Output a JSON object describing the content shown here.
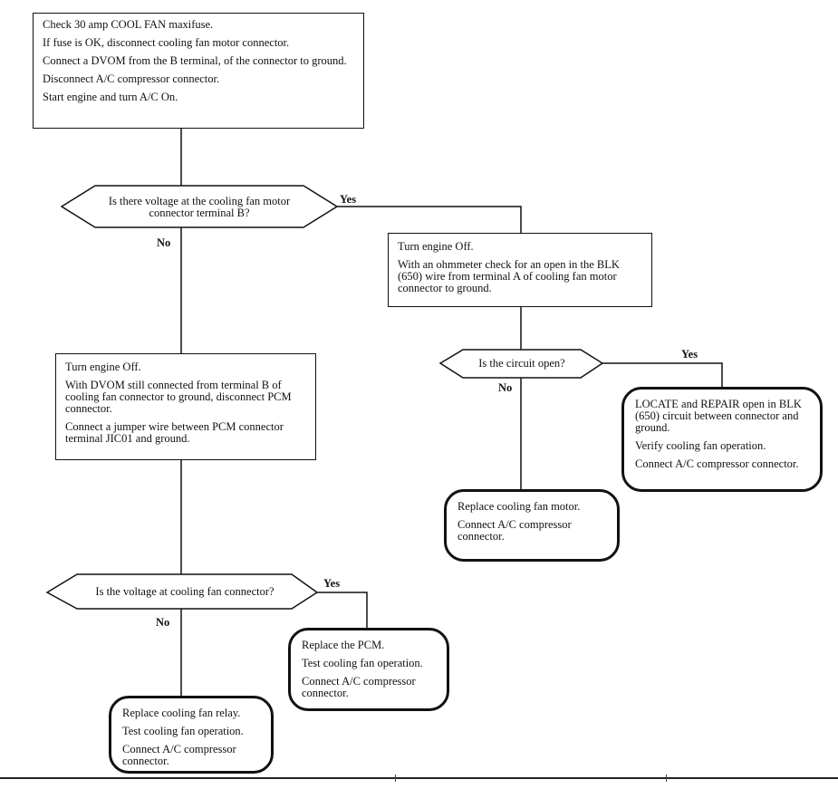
{
  "start": {
    "lines": [
      "Check 30 amp COOL FAN maxifuse.",
      "If fuse is OK, disconnect cooling fan motor connector.",
      "Connect a DVOM from the B terminal, of the connector to ground.",
      "Disconnect A/C compressor connector.",
      "Start engine and turn A/C On."
    ]
  },
  "decision1": {
    "text": "Is there voltage at the cooling fan motor connector terminal B?",
    "yes": "Yes",
    "no": "No"
  },
  "yes_branch_box": {
    "lines": [
      "Turn engine Off.",
      "With an ohmmeter check for an open in the BLK (650) wire from terminal A of cooling fan motor connector to ground."
    ]
  },
  "decision2": {
    "text": "Is the circuit open?",
    "yes": "Yes",
    "no": "No"
  },
  "locate_repair": {
    "lines": [
      "LOCATE and REPAIR open in BLK (650) circuit between connector and ground.",
      "Verify cooling fan operation.",
      "Connect A/C compressor connector."
    ]
  },
  "replace_motor": {
    "lines": [
      "Replace cooling fan motor.",
      "Connect A/C compressor connector."
    ]
  },
  "no_branch_box": {
    "lines": [
      "Turn engine Off.",
      "With DVOM still connected from terminal B of cooling fan connector to ground, disconnect PCM connector.",
      "Connect a jumper wire between PCM connector terminal JIC01 and ground."
    ]
  },
  "decision3": {
    "text": "Is the voltage at cooling fan connector?",
    "yes": "Yes",
    "no": "No"
  },
  "replace_pcm": {
    "lines": [
      "Replace the PCM.",
      "Test cooling fan operation.",
      "Connect A/C compressor connector."
    ]
  },
  "replace_relay": {
    "lines": [
      "Replace cooling fan relay.",
      "Test cooling fan operation.",
      "Connect A/C compressor connector."
    ]
  }
}
